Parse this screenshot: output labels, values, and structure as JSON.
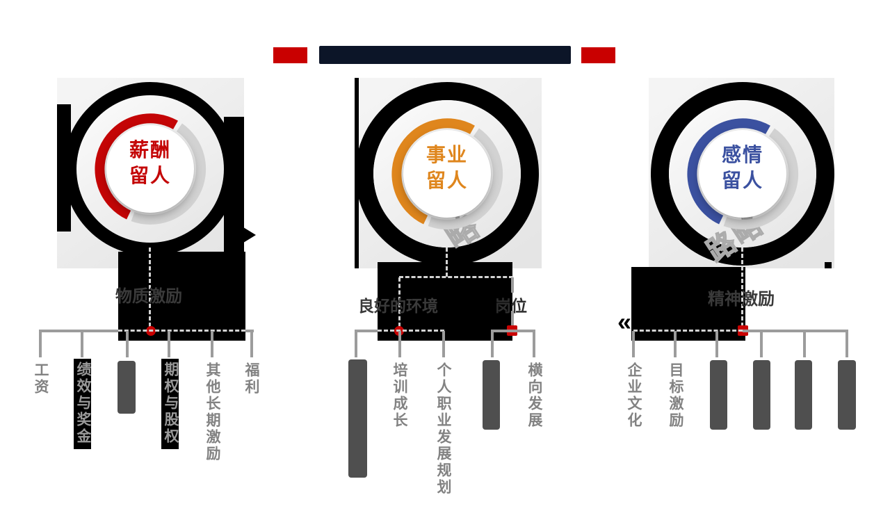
{
  "title": {
    "bar_color": "#0c1528",
    "accent_color": "#c90000",
    "note": "title text obscured in source image"
  },
  "icons": {
    "chevron_left": "«",
    "arrow_right": "▶"
  },
  "watermarks": {
    "wm1": "略",
    "wm2": "路略"
  },
  "colors": {
    "red": "#c40506",
    "orange": "#df861d",
    "blue": "#3b51a0",
    "line_gray": "#9c9c9c",
    "dash_light": "#d4d4d4",
    "label_gray": "#828282"
  },
  "groups": [
    {
      "id": "salary",
      "color": "#c40506",
      "circle_line1": "薪酬",
      "circle_line2": "留人",
      "branches": [
        {
          "category": "物质激励",
          "items": [
            {
              "label": "工资",
              "obscured": false
            },
            {
              "label": "绩效与奖金",
              "obscured": false
            },
            {
              "label": "",
              "obscured": true
            },
            {
              "label": "期权与股权",
              "obscured": false
            },
            {
              "label": "其他长期激励",
              "obscured": false
            },
            {
              "label": "福利",
              "obscured": false
            }
          ]
        }
      ]
    },
    {
      "id": "career",
      "color": "#df861d",
      "circle_line1": "事业",
      "circle_line2": "留人",
      "branches": [
        {
          "category": "良好的环境",
          "items": [
            {
              "label": "",
              "obscured": true
            },
            {
              "label": "培训成长",
              "obscured": false
            },
            {
              "label": "个人职业发展规划",
              "obscured": false
            }
          ]
        },
        {
          "category": "岗位",
          "items": [
            {
              "label": "",
              "obscured": true
            },
            {
              "label": "横向发展",
              "obscured": false
            }
          ]
        }
      ]
    },
    {
      "id": "emotion",
      "color": "#3b51a0",
      "circle_line1": "感情",
      "circle_line2": "留人",
      "branches": [
        {
          "category": "精神激励",
          "items": [
            {
              "label": "企业文化",
              "obscured": false
            },
            {
              "label": "目标激励",
              "obscured": false
            },
            {
              "label": "",
              "obscured": true
            },
            {
              "label": "",
              "obscured": true
            },
            {
              "label": "",
              "obscured": true
            },
            {
              "label": "",
              "obscured": true
            }
          ]
        }
      ]
    }
  ]
}
